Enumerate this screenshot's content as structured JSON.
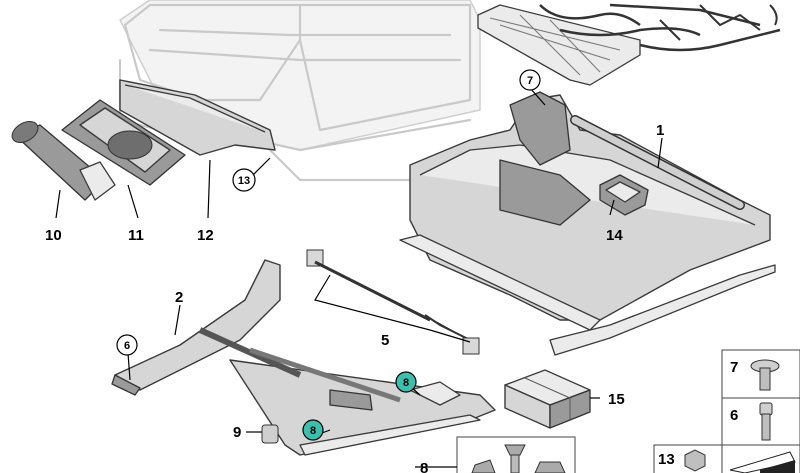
{
  "diagram": {
    "callouts": {
      "c1": "1",
      "c2": "2",
      "c5": "5",
      "c6": "6",
      "c7": "7",
      "c8a": "8",
      "c8b": "8",
      "c9": "9",
      "c10": "10",
      "c11": "11",
      "c12": "12",
      "c13": "13",
      "c14": "14",
      "c15": "15",
      "c8c": "8"
    },
    "side_panel": {
      "p7": "7",
      "p6": "6",
      "p13": "13"
    },
    "colors": {
      "highlight": "#3dbfae",
      "line": "#000000"
    }
  }
}
